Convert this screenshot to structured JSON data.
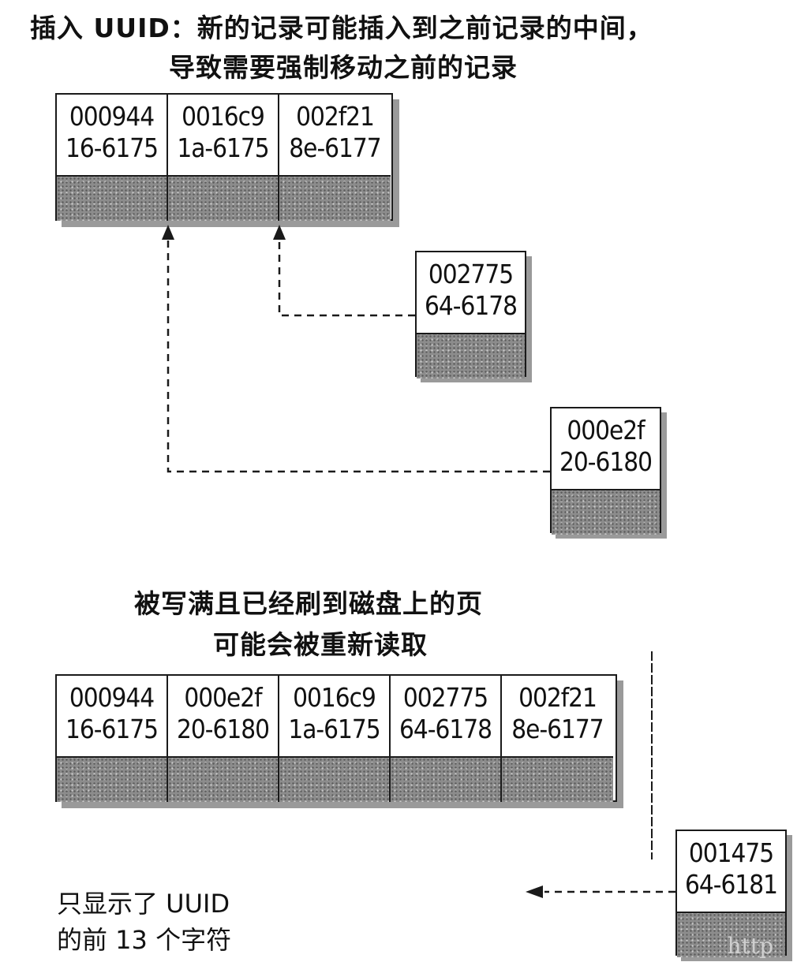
{
  "top_caption": {
    "line1": "插入 UUID：新的记录可能插入到之前记录的中间，",
    "line2": "导致需要强制移动之前的记录"
  },
  "top_page": {
    "records": [
      {
        "l1": "000944",
        "l2": "16-6175"
      },
      {
        "l1": "0016c9",
        "l2": "1a-6175"
      },
      {
        "l1": "002f21",
        "l2": "8e-6177"
      }
    ]
  },
  "incoming_records": [
    {
      "l1": "002775",
      "l2": "64-6178"
    },
    {
      "l1": "000e2f",
      "l2": "20-6180"
    }
  ],
  "middle_caption": {
    "line1": "被写满且已经刷到磁盘上的页",
    "line2": "可能会被重新读取"
  },
  "bottom_page": {
    "records": [
      {
        "l1": "000944",
        "l2": "16-6175"
      },
      {
        "l1": "000e2f",
        "l2": "20-6180"
      },
      {
        "l1": "0016c9",
        "l2": "1a-6175"
      },
      {
        "l1": "002775",
        "l2": "64-6178"
      },
      {
        "l1": "002f21",
        "l2": "8e-6177"
      }
    ]
  },
  "new_record": {
    "l1": "001475",
    "l2": "64-6181"
  },
  "footnote": {
    "line1": "只显示了 UUID",
    "line2": "的前 13 个字符"
  },
  "watermark": "http"
}
